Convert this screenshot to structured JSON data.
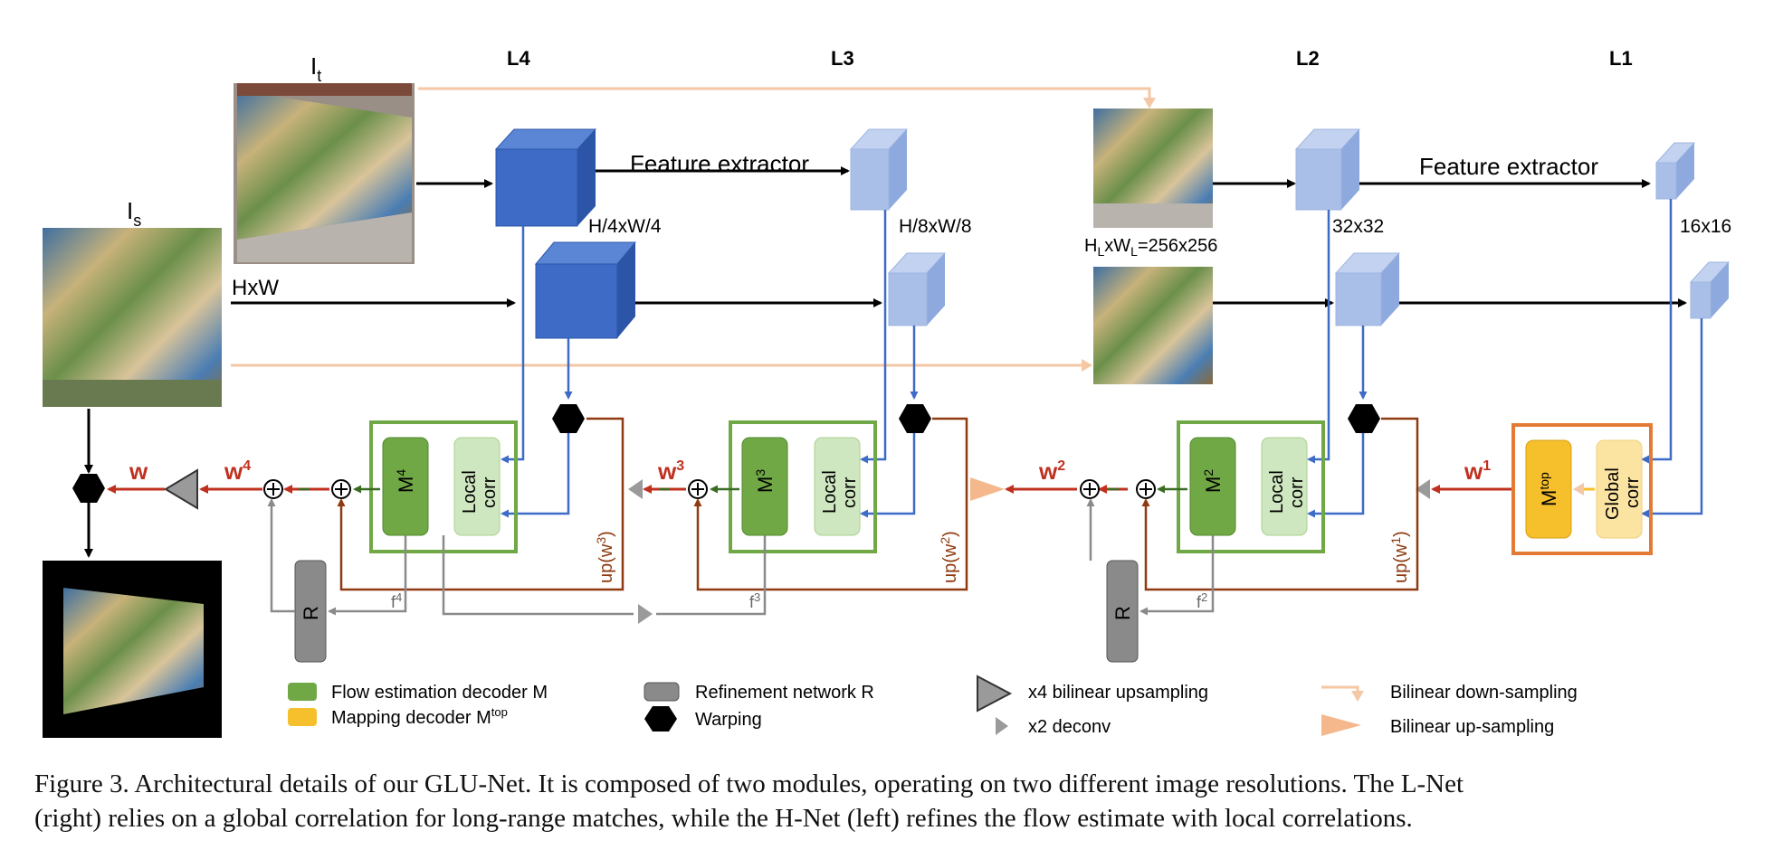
{
  "figure": {
    "images": {
      "target": {
        "label_main": "I",
        "label_sub": "t"
      },
      "source": {
        "label_main": "I",
        "label_sub": "s"
      }
    },
    "levels": [
      "L4",
      "L3",
      "L2",
      "L1"
    ],
    "feature_extractor_label": "Feature extractor",
    "sizes": {
      "hw": "HxW",
      "h4": "H/4xW/4",
      "h8": "H/8xW/8",
      "hl_main": "H",
      "hl_sub1": "L",
      "hl_mid": "xW",
      "hl_sub2": "L",
      "hl_end": "=256x256",
      "s32": "32x32",
      "s16": "16x16"
    },
    "flows": {
      "w": "w",
      "w_main": "w",
      "w4_sup": "4",
      "w3_sup": "3",
      "w2_sup": "2",
      "w1_sup": "1"
    },
    "decoders": {
      "M": "M",
      "m4_sup": "4",
      "m3_sup": "3",
      "m2_sup": "2",
      "mtop_sup": "top",
      "local_corr_1": "Local",
      "local_corr_2": "corr",
      "global_corr_1": "Global",
      "global_corr_2": "corr",
      "refinement": "R"
    },
    "features": {
      "f_main": "f",
      "f4": "4",
      "f3": "3",
      "f2": "2"
    },
    "upsample_labels": {
      "up_main": "up(w",
      "up_close": ")",
      "w3": "3",
      "w2": "2",
      "w1": "1"
    },
    "legend": {
      "flow_decoder": "Flow estimation decoder M",
      "mapping_decoder_main": "Mapping decoder M",
      "mapping_decoder_sup": "top",
      "refinement": "Refinement network R",
      "warping": "Warping",
      "x4_upsampling": "x4 bilinear upsampling",
      "x2_deconv": "x2 deconv",
      "bilinear_down": "Bilinear down-sampling",
      "bilinear_up": "Bilinear up-sampling"
    },
    "colors": {
      "blue_dark": "#3d6bc6",
      "blue_light": "#a9bfe7",
      "green": "#71a846",
      "green_light": "#cfe7c0",
      "orange": "#e47b34",
      "yellow": "#f6c02c",
      "red": "#c0301f",
      "brown": "#8f3a10",
      "peach": "#f4c7a5",
      "gray": "#8a8a8a"
    }
  },
  "caption": {
    "line1": "Figure 3. Architectural details of our GLU-Net. It is composed of two modules, operating on two different image resolutions. The L-Net",
    "line2": "(right) relies on a global correlation for long-range matches, while the H-Net (left) refines the flow estimate with local correlations."
  }
}
